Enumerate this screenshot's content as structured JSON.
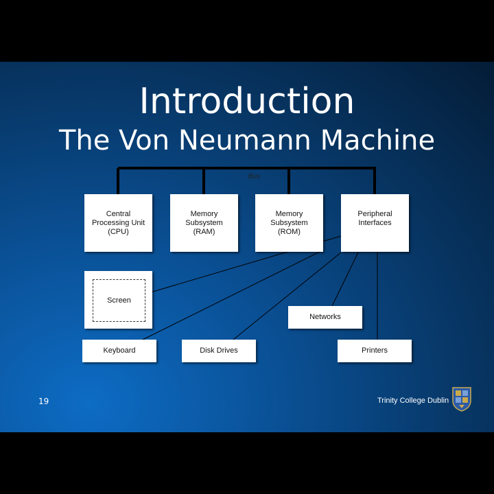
{
  "slide": {
    "title": "Introduction",
    "subtitle": "The Von Neumann Machine",
    "page_number": "19",
    "institution": "Trinity College Dublin"
  },
  "diagram": {
    "bus_label": "Bus",
    "nodes": {
      "cpu": "Central\nProcessing Unit\n(CPU)",
      "ram": "Memory\nSubsystem\n(RAM)",
      "rom": "Memory\nSubsystem\n(ROM)",
      "peripheral": "Peripheral\nInterfaces",
      "screen": "Screen",
      "networks": "Networks",
      "keyboard": "Keyboard",
      "disk_drives": "Disk Drives",
      "printers": "Printers"
    }
  },
  "colors": {
    "background": "#0a4f93",
    "box_fill": "#ffffff",
    "text": "#ffffff"
  }
}
